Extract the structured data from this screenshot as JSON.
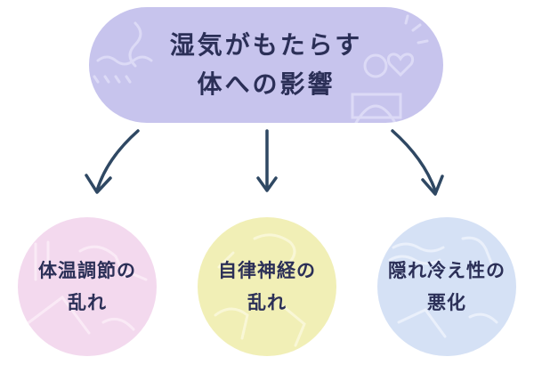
{
  "title": {
    "line1": "湿気がもたらす",
    "line2": "体への影響"
  },
  "effects": [
    {
      "line1": "体温調節の",
      "line2": "乱れ",
      "color": "#f3d9ee"
    },
    {
      "line1": "自律神経の",
      "line2": "乱れ",
      "color": "#f1efb6"
    },
    {
      "line1": "隠れ冷え性の",
      "line2": "悪化",
      "color": "#d5e1f5"
    }
  ],
  "colors": {
    "title_bg": "#c7c4ed",
    "text": "#2b2f57",
    "arrow": "#2f4863"
  }
}
